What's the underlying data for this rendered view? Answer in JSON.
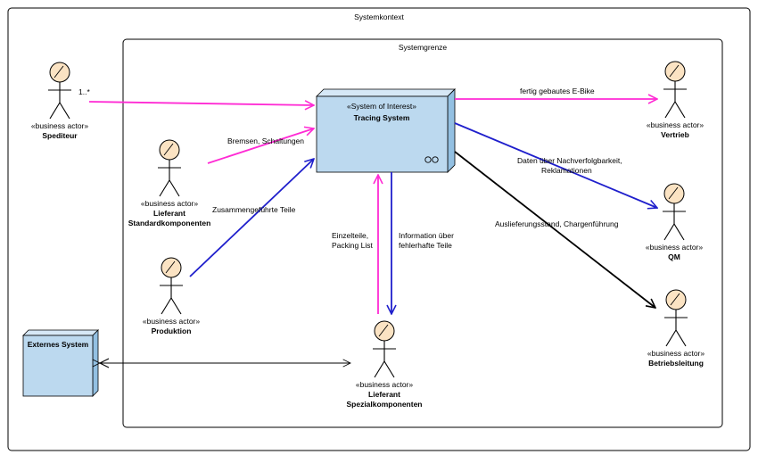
{
  "context": {
    "title": "Systemkontext"
  },
  "boundary": {
    "title": "Systemgrenze"
  },
  "system": {
    "stereotype": "«System of Interest»",
    "name": "Tracing System",
    "icon": "infinity-icon",
    "color_front": "#bcd9ef",
    "color_side": "#93c0e2"
  },
  "external": {
    "name": "Externes System"
  },
  "actor_stereotype": "«business actor»",
  "actors": {
    "spediteur": {
      "name": "Spediteur"
    },
    "lieferant_std": {
      "name1": "Lieferant",
      "name2": "Standardkomponenten"
    },
    "produktion": {
      "name": "Produktion"
    },
    "lieferant_spez": {
      "name1": "Lieferant",
      "name2": "Spezialkomponenten"
    },
    "vertrieb": {
      "name": "Vertrieb"
    },
    "qm": {
      "name": "QM"
    },
    "betriebsleitung": {
      "name": "Betriebsleitung"
    }
  },
  "flows": {
    "multiplicity": "1..*",
    "bremsen": "Bremsen, Schaltungen",
    "zusammen": "Zusammengeführte Teile",
    "einzelteile_1": "Einzelteile,",
    "einzelteile_2": "Packing List",
    "info_1": "Information über",
    "info_2": "fehlerhafte Teile",
    "ebike": "fertig gebautes E-Bike",
    "daten_1": "Daten über Nachverfolgbarkeit,",
    "daten_2": "Reklamationen",
    "auslieferung": "Auslieferungsstand, Chargenführung"
  },
  "colors": {
    "magenta": "#ff2ad4",
    "blue": "#1f1fcc",
    "black": "#000000",
    "actor_head": "#fbe3c3"
  }
}
